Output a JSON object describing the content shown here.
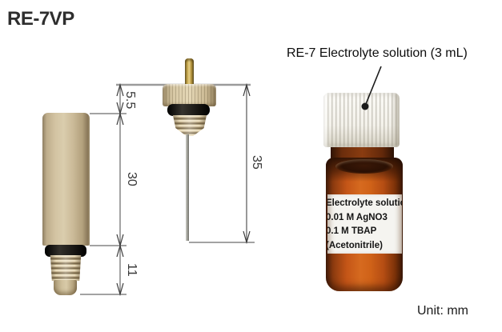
{
  "page": {
    "title": "RE-7VP",
    "unit_note": "Unit: mm"
  },
  "diagram": {
    "dimensions": {
      "cap_height": "5.5",
      "body_length": "30",
      "thread_length": "11",
      "total_length": "35"
    }
  },
  "vial": {
    "callout": "RE-7 Electrolyte solution (3 mL)",
    "label_lines": [
      "Electrolyte solutio",
      "0.01 M AgNO3",
      "0.1 M TBAP",
      "(Acetonitrile)"
    ]
  },
  "colors": {
    "electrode_beige": "#d3c4a3",
    "oring_black": "#1c1a17",
    "pin_gold": "#c7a94e",
    "wire_gray": "#a3a39c",
    "vial_amber": "#c45517",
    "cap_white": "#f3f1ea",
    "dimension_line": "#666666",
    "extension_gray": "#9b9b9b"
  }
}
